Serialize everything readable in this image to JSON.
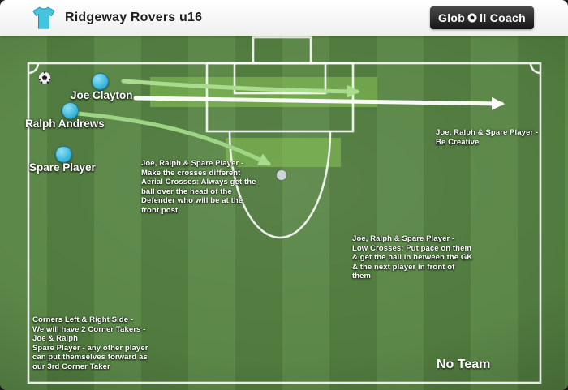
{
  "header": {
    "team_name": "Ridgeway Rovers u16",
    "logo": {
      "part1": "Glob",
      "part2": "ll Coach"
    }
  },
  "players": [
    {
      "name": "Joe Clayton"
    },
    {
      "name": "Ralph Andrews"
    },
    {
      "name": "Spare Player"
    }
  ],
  "annotations": {
    "be_creative": "Joe, Ralph & Spare Player -\nBe Creative",
    "aerial_crosses": "Joe, Ralph & Spare Player -\nMake the crosses different\nAerial Crosses: Always get the\nball over the head of the\nDefender who will be at the\nfront post",
    "low_crosses": "Joe, Ralph & Spare Player -\nLow Crosses: Put pace on them\n& get the ball in between the GK\n& the next player in front of\nthem",
    "corner_takers": "Corners Left & Right Side -\nWe will have 2 Corner Takers -\nJoe & Ralph\nSpare Player - any other player\ncan put themselves forward as\nour 3rd Corner Taker",
    "no_team": "No Team"
  },
  "colors": {
    "accent_cyan": "#3fc0dd",
    "pitch_green_light": "#5b8748",
    "pitch_green_dark": "#507a3e",
    "zone_highlight": "#8dcb56",
    "arrow_green": "#a9dc8e",
    "arrow_white": "#ffffff",
    "line_white": "#ffffff"
  }
}
